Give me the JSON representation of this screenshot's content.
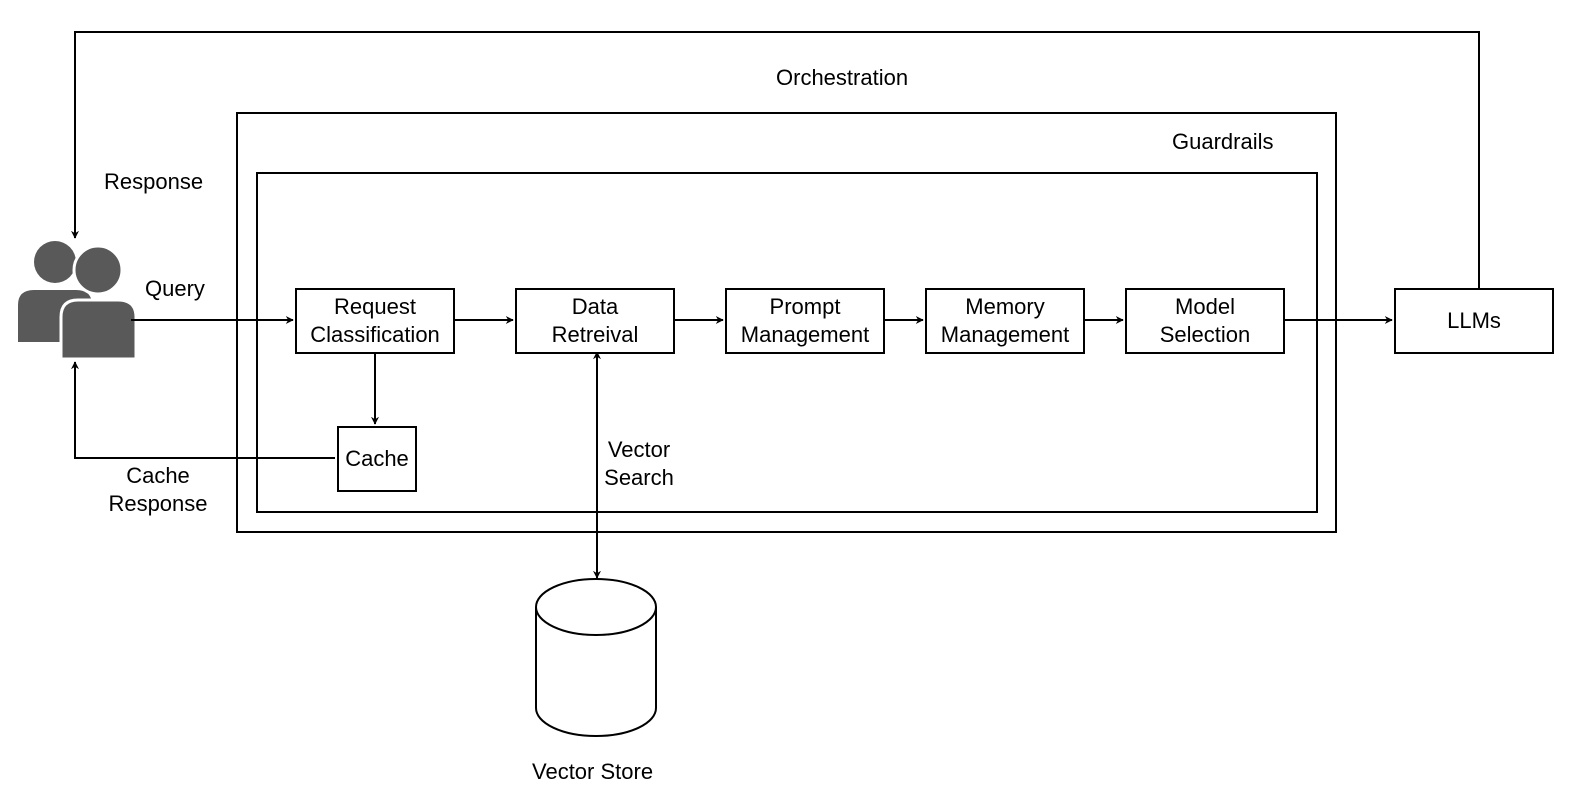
{
  "labels": {
    "orchestration": "Orchestration",
    "guardrails": "Guardrails",
    "response": "Response",
    "query": "Query",
    "cache_response_line1": "Cache",
    "cache_response_line2": "Response",
    "vector_search_line1": "Vector",
    "vector_search_line2": "Search",
    "vector_store": "Vector Store"
  },
  "nodes": {
    "request_classification": {
      "line1": "Request",
      "line2": "Classification"
    },
    "data_retreival": {
      "line1": "Data",
      "line2": "Retreival"
    },
    "prompt_management": {
      "line1": "Prompt",
      "line2": "Management"
    },
    "memory_management": {
      "line1": "Memory",
      "line2": "Management"
    },
    "model_selection": {
      "line1": "Model",
      "line2": "Selection"
    },
    "cache": {
      "line1": "Cache"
    },
    "llms": {
      "line1": "LLMs"
    }
  },
  "icons": {
    "users": "users-icon",
    "database": "database-cylinder-icon"
  },
  "colors": {
    "stroke": "#000000",
    "users_icon": "#595959",
    "background": "#ffffff"
  }
}
